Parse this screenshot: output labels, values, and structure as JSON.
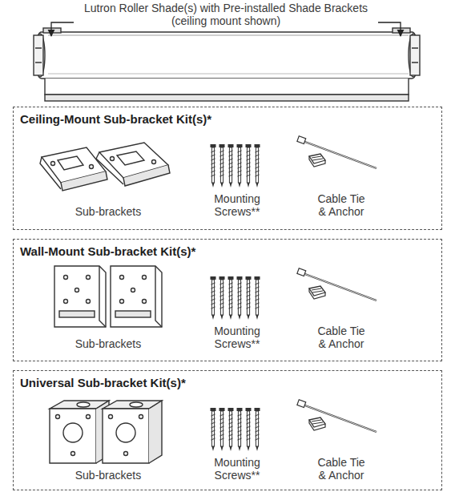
{
  "diagram": {
    "nodes": [
      {
        "text": [
          "Ceiling-Mount Sub-bracket Kit(s)*"
        ]
      },
      {
        "text": [
          "Wall-Mount Sub-bracket Kit(s)*"
        ]
      },
      {
        "text": [
          "Universal Sub-bracket Kit(s)*"
        ]
      }
    ],
    "labels": [
      "Lutron Roller Shade(s) with Pre-installed Shade Brackets (ceiling mount shown)",
      "Sub-brackets",
      "Mounting Screws**",
      "Cable Tie & Anchor",
      "Sub-brackets",
      "Mounting Screws**",
      "Cable Tie & Anchor",
      "Sub-brackets",
      "Mounting Screws**",
      "Cable Tie & Anchor"
    ]
  }
}
